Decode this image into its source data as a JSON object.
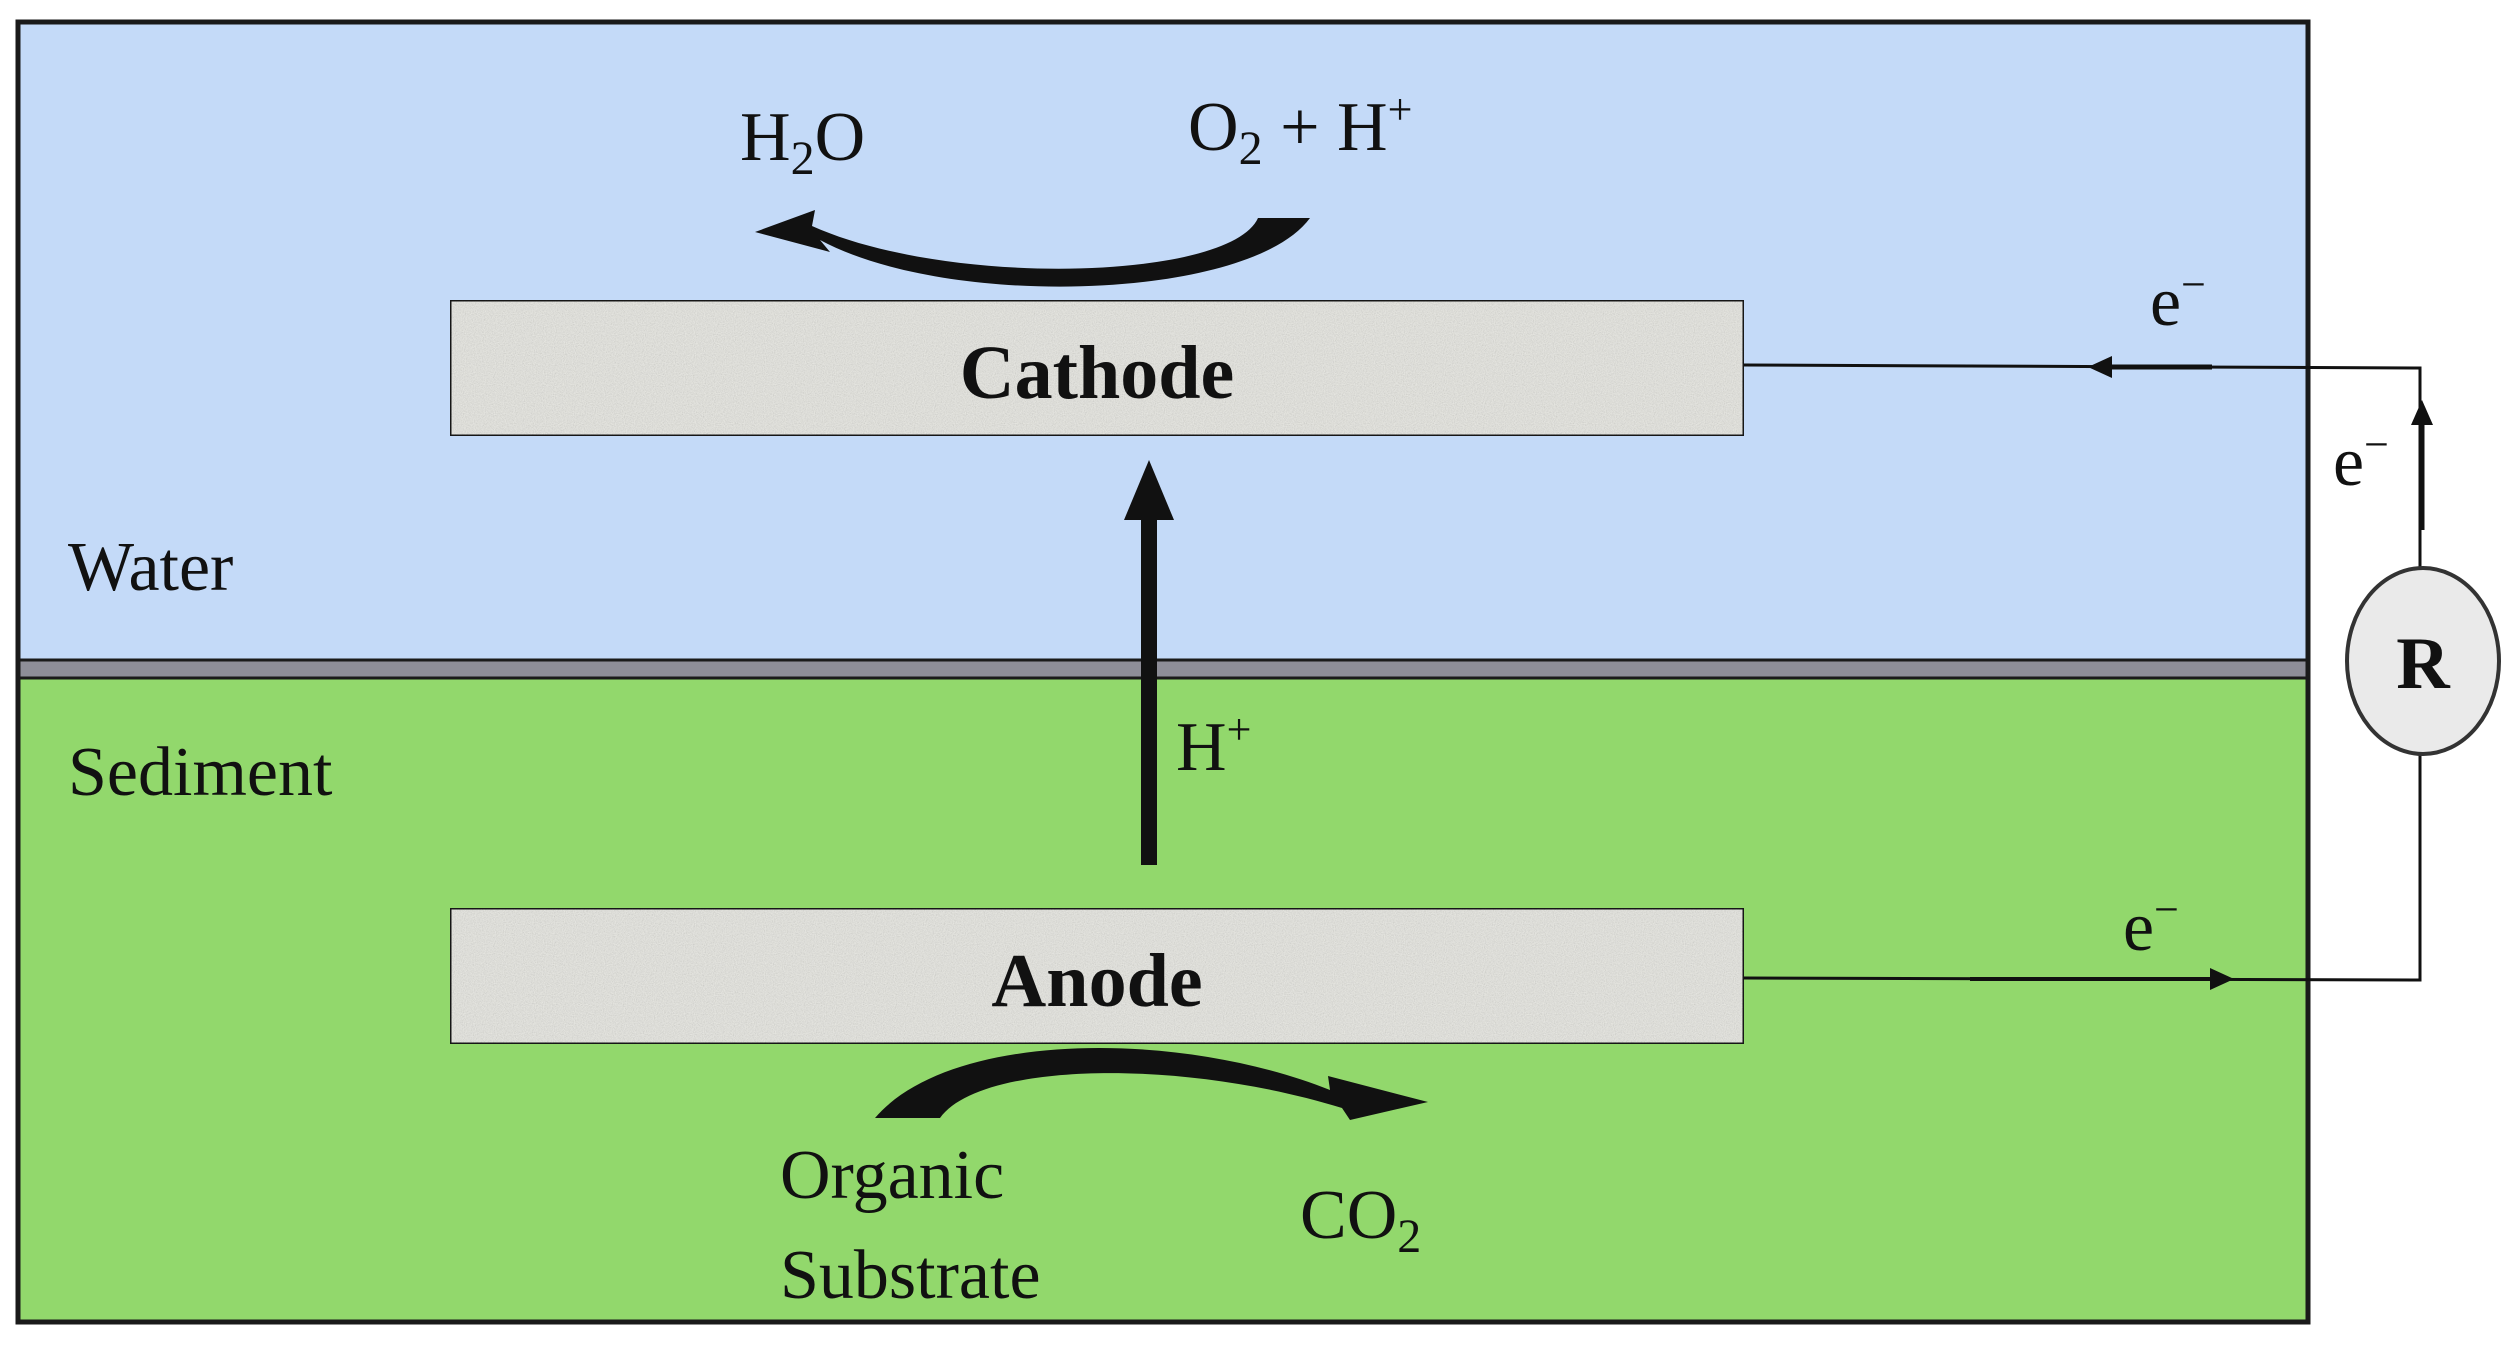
{
  "colors": {
    "water": "#c4daf8",
    "sediment": "#92d86c",
    "separator": "#8e8e98",
    "electrode_fill": "#ebebe6",
    "border": "#1a1a1a"
  },
  "zones": {
    "water": "Water",
    "sediment": "Sediment"
  },
  "electrodes": {
    "cathode": "Cathode",
    "anode": "Anode"
  },
  "cathode_reaction": {
    "product": {
      "base": "H",
      "sub": "2",
      "rest": "O"
    },
    "reactant": {
      "o": "O",
      "o_sub": "2",
      "plus_h": " + H",
      "sup": "+"
    }
  },
  "proton": {
    "base": "H",
    "sup": "+"
  },
  "anode_reaction": {
    "reactant_line1": "Organic",
    "reactant_line2": "Substrate",
    "product": {
      "base": "CO",
      "sub": "2"
    }
  },
  "circuit": {
    "electron": {
      "base": "e",
      "sup": "−"
    },
    "resistor": "R"
  }
}
